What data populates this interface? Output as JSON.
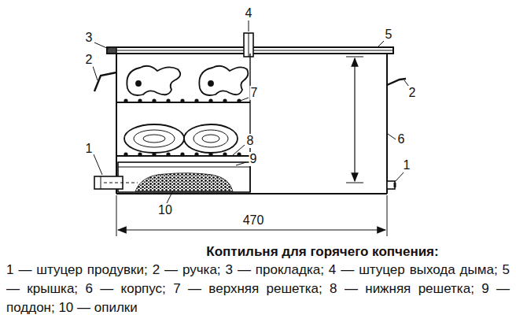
{
  "diagram": {
    "title": "Коптильня для горячего копчения:",
    "labels": [
      "1",
      "1",
      "2",
      "2",
      "3",
      "4",
      "5",
      "6",
      "7",
      "8",
      "9",
      "10",
      "470",
      "1 — штуцер продувки; 2 — ручка; 3 — прокладка; 4 — штуцер выхода дыма; 5 — крышка; 6 — корпус; 7 — верхняя решетка; 8 — нижняя решетка; 9 — поддон; 10 — опилки"
    ]
  }
}
